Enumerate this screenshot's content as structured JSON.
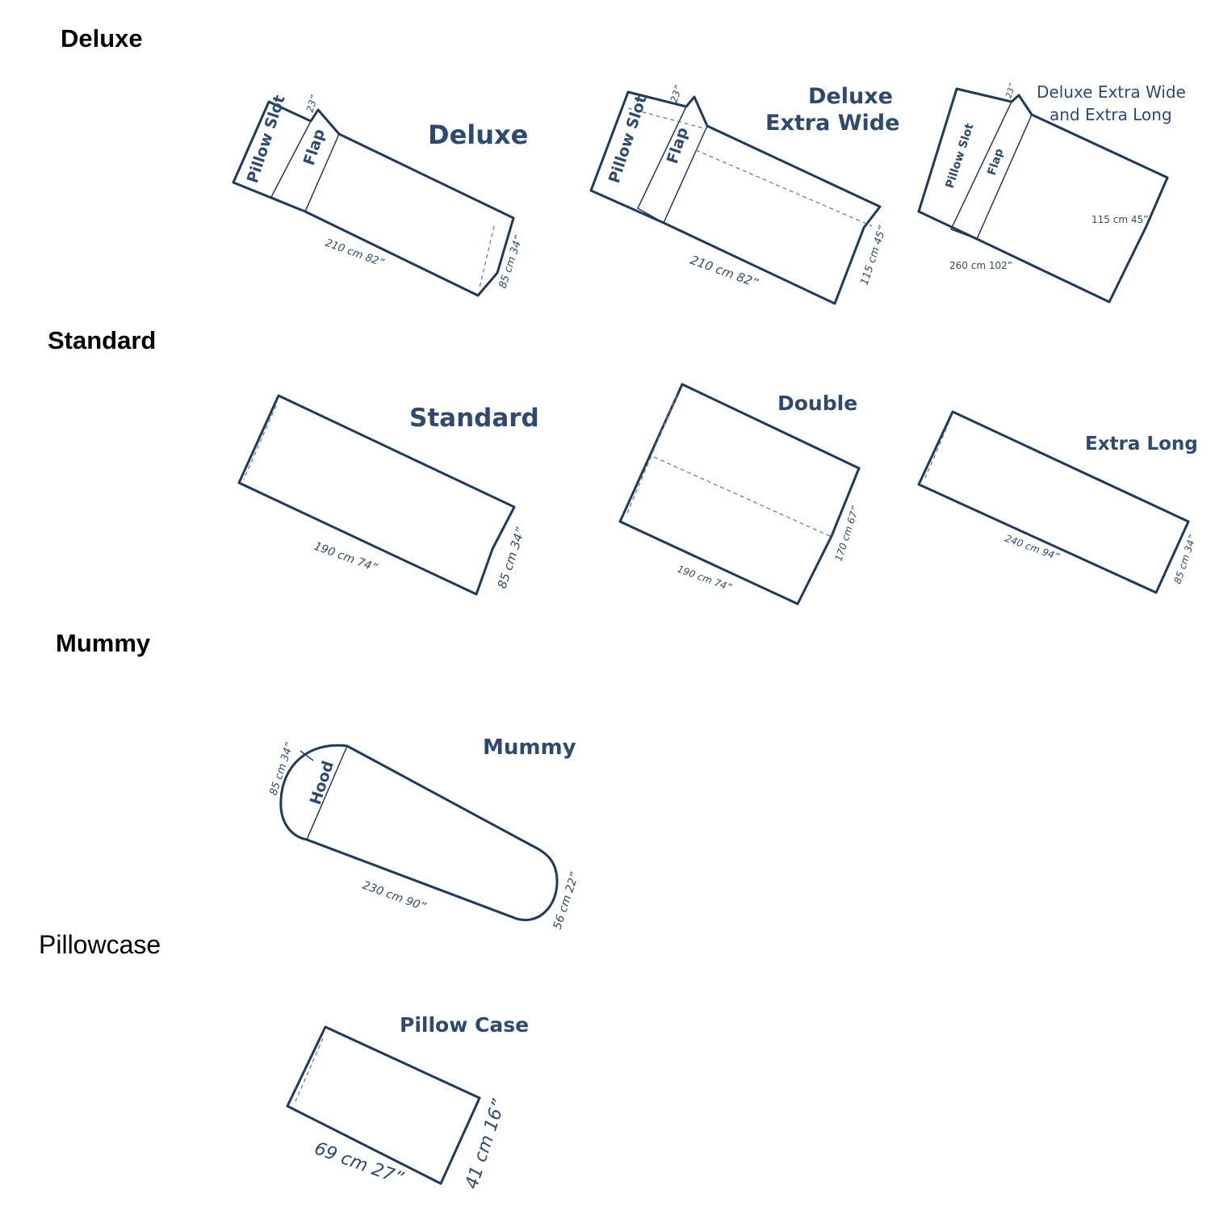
{
  "sections": {
    "deluxe": "Deluxe",
    "standard": "Standard",
    "mummy": "Mummy",
    "pillowcase": "Pillowcase"
  },
  "liners": {
    "deluxe": {
      "title": "Deluxe",
      "slot": "Pillow Slot",
      "flap": "Flap",
      "slot_depth": "23”",
      "length": "210 cm  82”",
      "width": "85 cm  34”"
    },
    "deluxe_extra_wide": {
      "title_line1": "Deluxe",
      "title_line2": "Extra Wide",
      "slot": "Pillow Slot",
      "flap": "Flap",
      "slot_depth": "23”",
      "length": "210 cm  82”",
      "width": "115 cm  45”"
    },
    "deluxe_extra_wide_long": {
      "title_line1": "Deluxe Extra Wide",
      "title_line2": "and Extra Long",
      "slot": "Pillow Slot",
      "flap": "Flap",
      "slot_depth": "23”",
      "length": "260 cm  102”",
      "width": "115 cm  45”"
    },
    "standard": {
      "title": "Standard",
      "length": "190 cm  74”",
      "width": "85 cm  34”"
    },
    "double": {
      "title": "Double",
      "length": "190 cm  74”",
      "width": "170 cm  67”"
    },
    "extra_long": {
      "title": "Extra Long",
      "length": "240 cm  94”",
      "width": "85 cm  34”"
    },
    "mummy": {
      "title": "Mummy",
      "hood": "Hood",
      "hood_size": "85 cm  34”",
      "length": "230 cm  90”",
      "foot": "56 cm  22”"
    },
    "pillow_case": {
      "title": "Pillow Case",
      "length": "69 cm  27”",
      "width": "41 cm  16”"
    }
  }
}
